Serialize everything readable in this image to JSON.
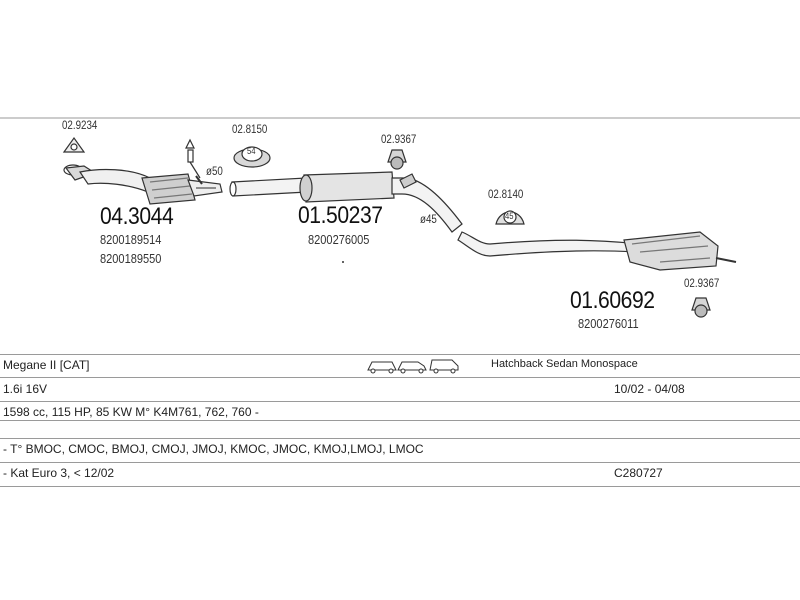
{
  "parts": {
    "cat_clamp_code": "02.9234",
    "catalyst_main": "04.3044",
    "catalyst_oe_1": "8200189514",
    "catalyst_oe_2": "8200189550",
    "sensor_gasket_code": "02.8150",
    "diam_50": "ø50",
    "middle_main": "01.50237",
    "middle_oe": "8200276005",
    "hanger_1_code": "02.9367",
    "diam_45": "ø45",
    "hanger_2_code": "02.8140",
    "rear_main": "01.60692",
    "rear_oe": "8200276011",
    "hanger_3_code": "02.9367",
    "gasket_label": "54",
    "hanger_2_label": "45"
  },
  "table": {
    "model": "Megane II  [CAT]",
    "body_types": "Hatchback Sedan Monospace",
    "engine": "1.6i 16V",
    "years": "10/02 - 04/08",
    "specs": "1598 cc, 115 HP, 85 KW M° K4M761, 762, 760 -",
    "types": "- T° BMOC, CMOC, BMOJ, CMOJ, JMOJ, KMOC, JMOC, KMOJ,LMOJ, LMOC",
    "kat": "- Kat Euro 3, < 12/02",
    "ref": "C280727"
  },
  "colors": {
    "line": "#9a9a9a",
    "stroke": "#333333",
    "fill": "#e6e6e6"
  }
}
